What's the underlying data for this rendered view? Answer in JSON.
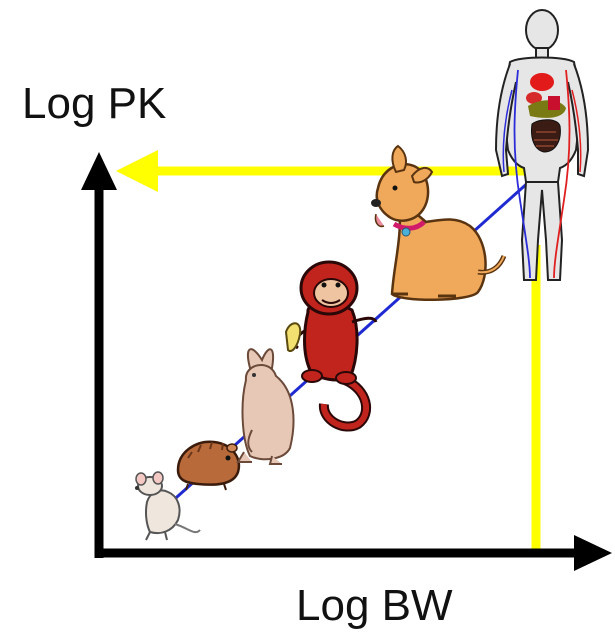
{
  "diagram": {
    "y_axis_label": "Log PK",
    "x_axis_label": "Log BW",
    "species_order": [
      "mouse",
      "rat",
      "rabbit",
      "monkey",
      "dog",
      "human"
    ]
  },
  "colors": {
    "axis": "#000000",
    "regression_line": "#1f2bd1",
    "projection_arrows": "#ffff00",
    "background": "#ffffff"
  },
  "icons": [
    "mouse-icon",
    "rat-icon",
    "rabbit-icon",
    "monkey-icon",
    "dog-icon",
    "human-icon"
  ]
}
